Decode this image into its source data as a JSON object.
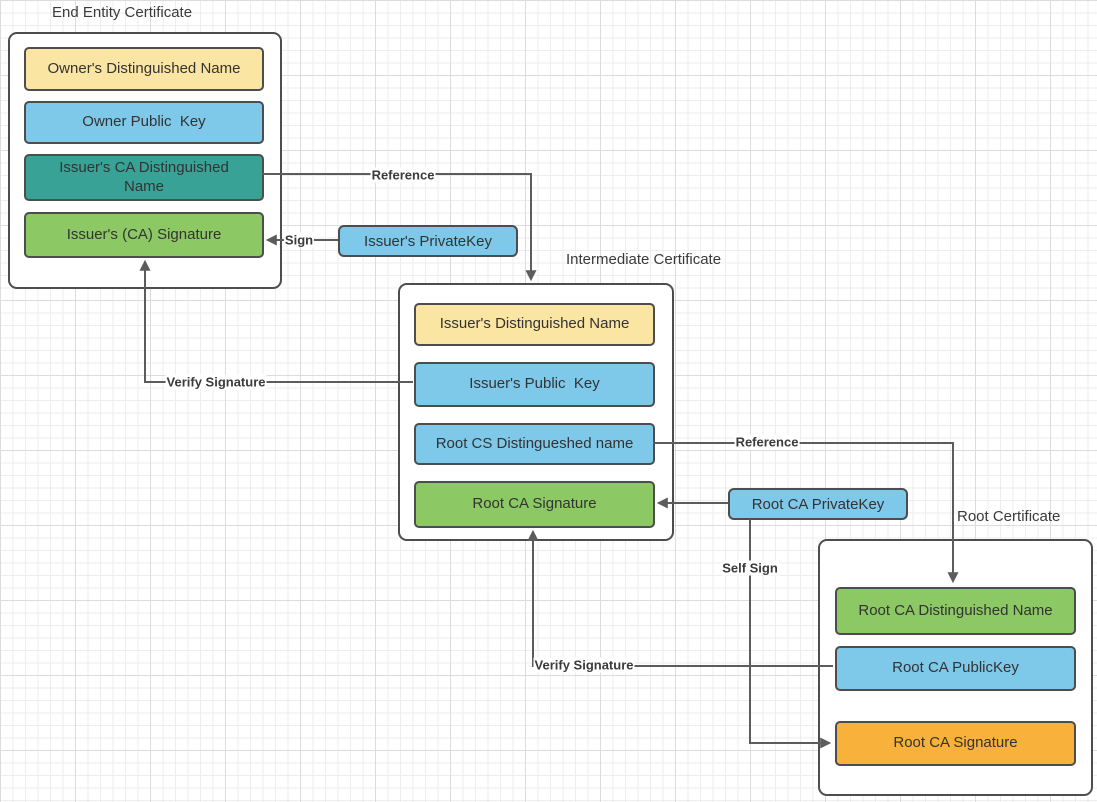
{
  "colors": {
    "yellow": "#FBE5A2",
    "blue": "#7EC8EA",
    "teal": "#38A296",
    "green": "#8CC863",
    "orange": "#F8B13A",
    "box_border": "#4D4D4D",
    "line": "#5C5C5C",
    "text": "#333333"
  },
  "groups": [
    {
      "title": "End Entity Certificate",
      "boxes": [
        {
          "label": "Owner's Distinguished Name",
          "color": "yellow"
        },
        {
          "label": "Owner Public  Key",
          "color": "blue"
        },
        {
          "label": "Issuer's CA Distinguished Name",
          "color": "teal"
        },
        {
          "label": "Issuer's (CA) Signature",
          "color": "green"
        }
      ]
    },
    {
      "title": "Intermediate Certificate",
      "boxes": [
        {
          "label": "Issuer's Distinguished Name",
          "color": "yellow"
        },
        {
          "label": "Issuer's Public  Key",
          "color": "blue"
        },
        {
          "label": "Root CS Distingueshed name",
          "color": "blue"
        },
        {
          "label": "Root CA Signature",
          "color": "green"
        }
      ]
    },
    {
      "title": "Root Certificate",
      "boxes": [
        {
          "label": "Root CA Distinguished Name",
          "color": "green"
        },
        {
          "label": "Root CA PublicKey",
          "color": "blue"
        },
        {
          "label": "Root CA Signature",
          "color": "orange"
        }
      ]
    }
  ],
  "keys": [
    {
      "label": "Issuer's PrivateKey",
      "color": "blue"
    },
    {
      "label": "Root CA PrivateKey",
      "color": "blue"
    }
  ],
  "edges": {
    "reference1": "Reference",
    "sign": "Sign",
    "verify1": "Verify Signature",
    "reference2": "Reference",
    "verify2": "Verify Signature",
    "selfSign": "Self Sign"
  }
}
